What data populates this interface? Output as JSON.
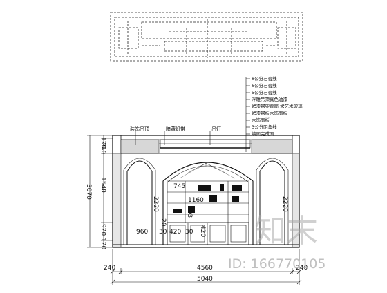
{
  "leader_labels": [
    "8公分石膏线",
    "6公分石膏线",
    "5公分石膏线",
    "浮雕吊顶真色油漆",
    "烤漆钢架背面 烤艺术玻璃",
    "烤漆钢板木饰面板",
    "木饰面板",
    "3公分阴角线",
    "墙面完成面"
  ],
  "ceiling_labels": {
    "left": "装饰吊顶",
    "middle": "暗藏灯带",
    "right": "吊灯"
  },
  "vertical_dimensions": {
    "top": "120",
    "upper": "240",
    "middle": "1540",
    "lower": "920",
    "bottom": "120",
    "total": "3070"
  },
  "horizontal_dimensions": {
    "left": "240",
    "middle": "4560",
    "right": "240",
    "total": "5040"
  },
  "inner_dimensions": {
    "arch_left_width": "960",
    "arch_left_height": "2220",
    "arch_right_height": "2220",
    "shelf_width": "745",
    "shelf_mid": "1160",
    "shelf_height": "293",
    "base_widths": [
      "30",
      "420",
      "30"
    ],
    "base_height": "420",
    "small_left": "20"
  },
  "watermark": {
    "logo_text": "知末",
    "id_text": "ID: 166770105"
  }
}
